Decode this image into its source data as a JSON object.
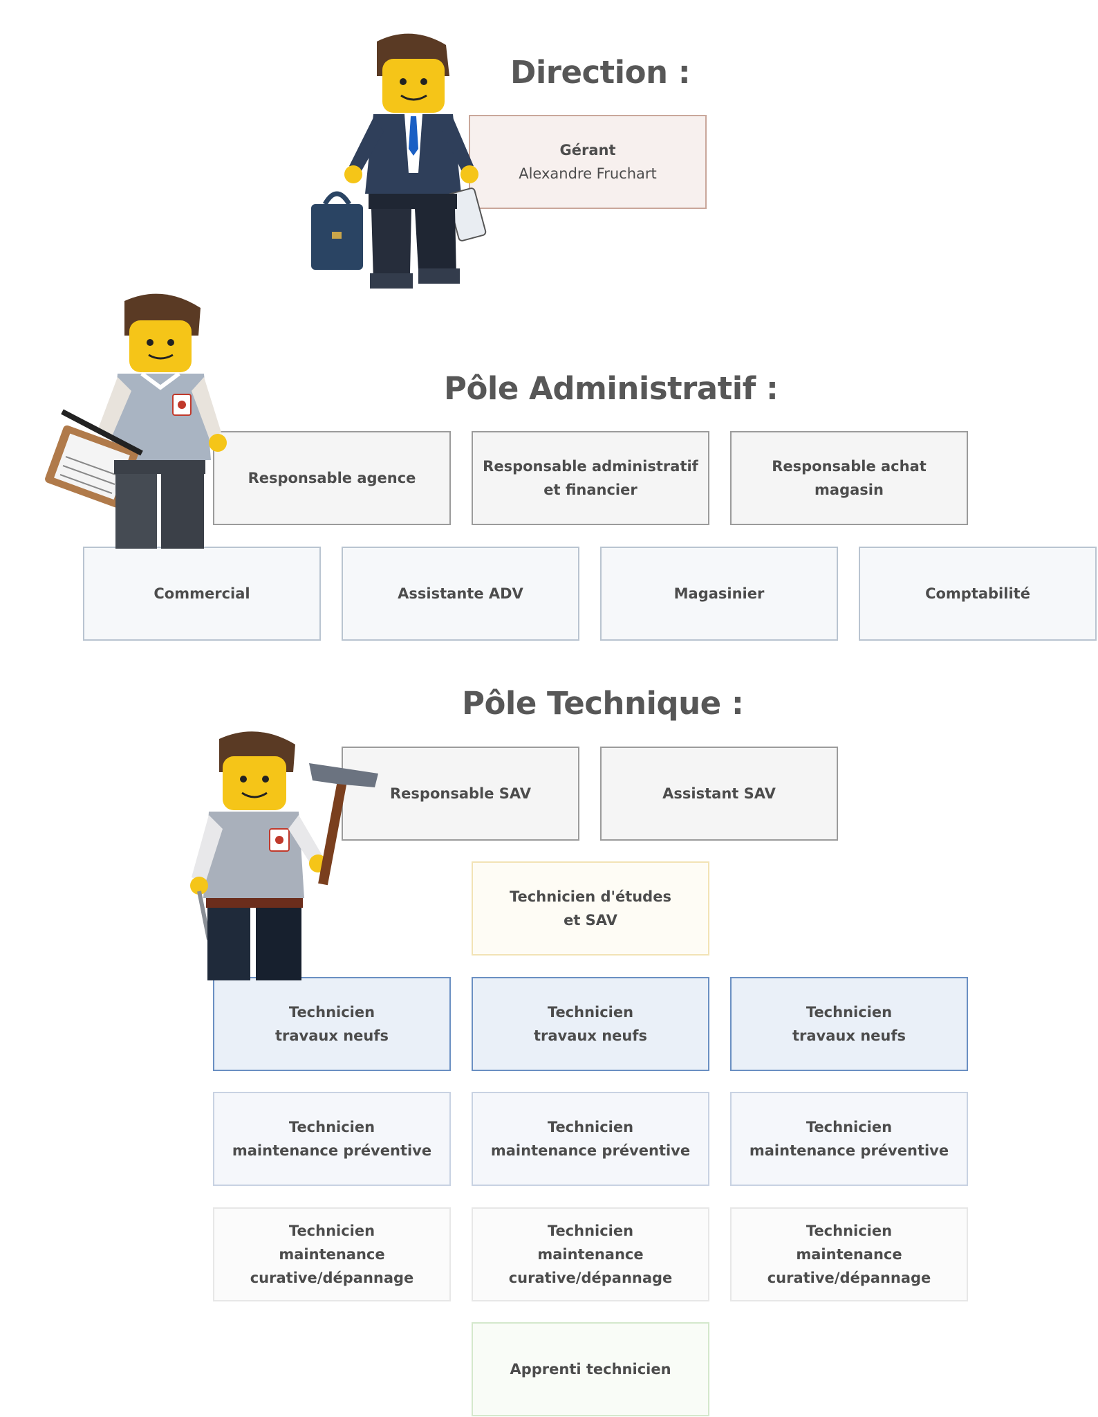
{
  "direction": {
    "title": "Direction :",
    "gerant": {
      "role": "Gérant",
      "name": "Alexandre Fruchart"
    }
  },
  "admin": {
    "title": "Pôle Administratif :",
    "row1": [
      {
        "lines": [
          "Responsable agence"
        ]
      },
      {
        "lines": [
          "Responsable administratif",
          "et financier"
        ]
      },
      {
        "lines": [
          "Responsable achat",
          "magasin"
        ]
      }
    ],
    "row2": [
      {
        "lines": [
          "Commercial"
        ]
      },
      {
        "lines": [
          "Assistante ADV"
        ]
      },
      {
        "lines": [
          "Magasinier"
        ]
      },
      {
        "lines": [
          "Comptabilité"
        ]
      }
    ]
  },
  "technique": {
    "title": "Pôle Technique :",
    "row1": [
      {
        "lines": [
          "Responsable SAV"
        ]
      },
      {
        "lines": [
          "Assistant SAV"
        ]
      }
    ],
    "etudes": {
      "lines": [
        "Technicien d'études",
        "et SAV"
      ]
    },
    "travaux": [
      {
        "lines": [
          "Technicien",
          "travaux neufs"
        ]
      },
      {
        "lines": [
          "Technicien",
          "travaux neufs"
        ]
      },
      {
        "lines": [
          "Technicien",
          "travaux neufs"
        ]
      }
    ],
    "preventive": [
      {
        "lines": [
          "Technicien",
          "maintenance préventive"
        ]
      },
      {
        "lines": [
          "Technicien",
          "maintenance préventive"
        ]
      },
      {
        "lines": [
          "Technicien",
          "maintenance préventive"
        ]
      }
    ],
    "curative": [
      {
        "lines": [
          "Technicien",
          "maintenance",
          "curative/dépannage"
        ]
      },
      {
        "lines": [
          "Technicien",
          "maintenance",
          "curative/dépannage"
        ]
      },
      {
        "lines": [
          "Technicien",
          "maintenance",
          "curative/dépannage"
        ]
      }
    ],
    "apprenti": {
      "lines": [
        "Apprenti technicien"
      ]
    }
  },
  "icons": [
    "manager-figure-icon",
    "admin-figure-icon",
    "technician-figure-icon"
  ]
}
